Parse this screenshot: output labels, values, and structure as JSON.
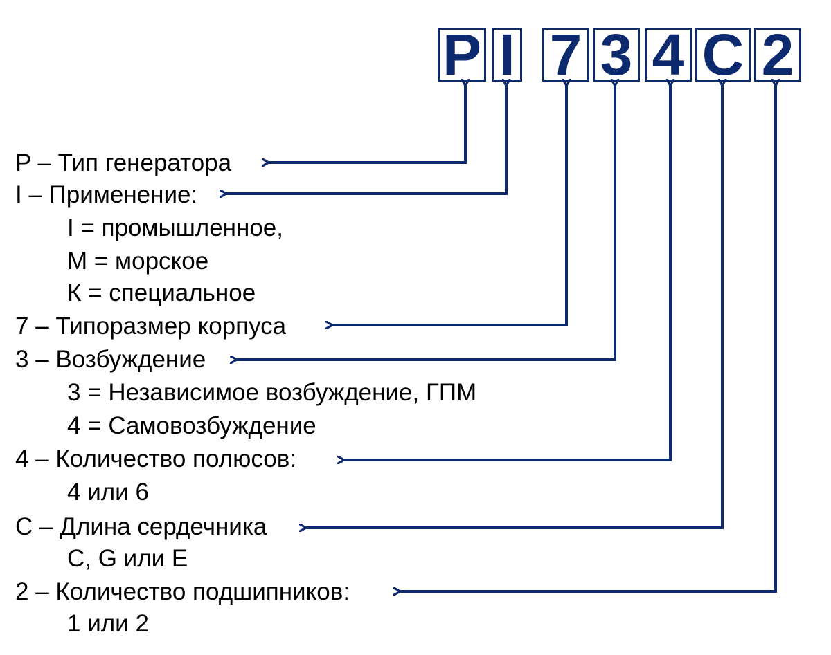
{
  "code_letters": [
    "P",
    "I",
    "7",
    "3",
    "4",
    "C",
    "2"
  ],
  "lines": [
    "P – Тип генератора",
    "I – Применение:",
    "I = промышленное,",
    "M = морское",
    "К = специальное",
    "7 – Типоразмер корпуса",
    "3 – Возбуждение",
    "3 = Независимое возбуждение, ГПМ",
    "4 = Самовозбуждение",
    "4 – Количество полюсов:",
    "4 или 6",
    "С – Длина сердечника",
    "C, G или E",
    "2 – Количество подшипников:",
    "1 или 2"
  ],
  "colors": {
    "accent": "#0d2a6e",
    "text": "#000000",
    "background": "#ffffff"
  }
}
